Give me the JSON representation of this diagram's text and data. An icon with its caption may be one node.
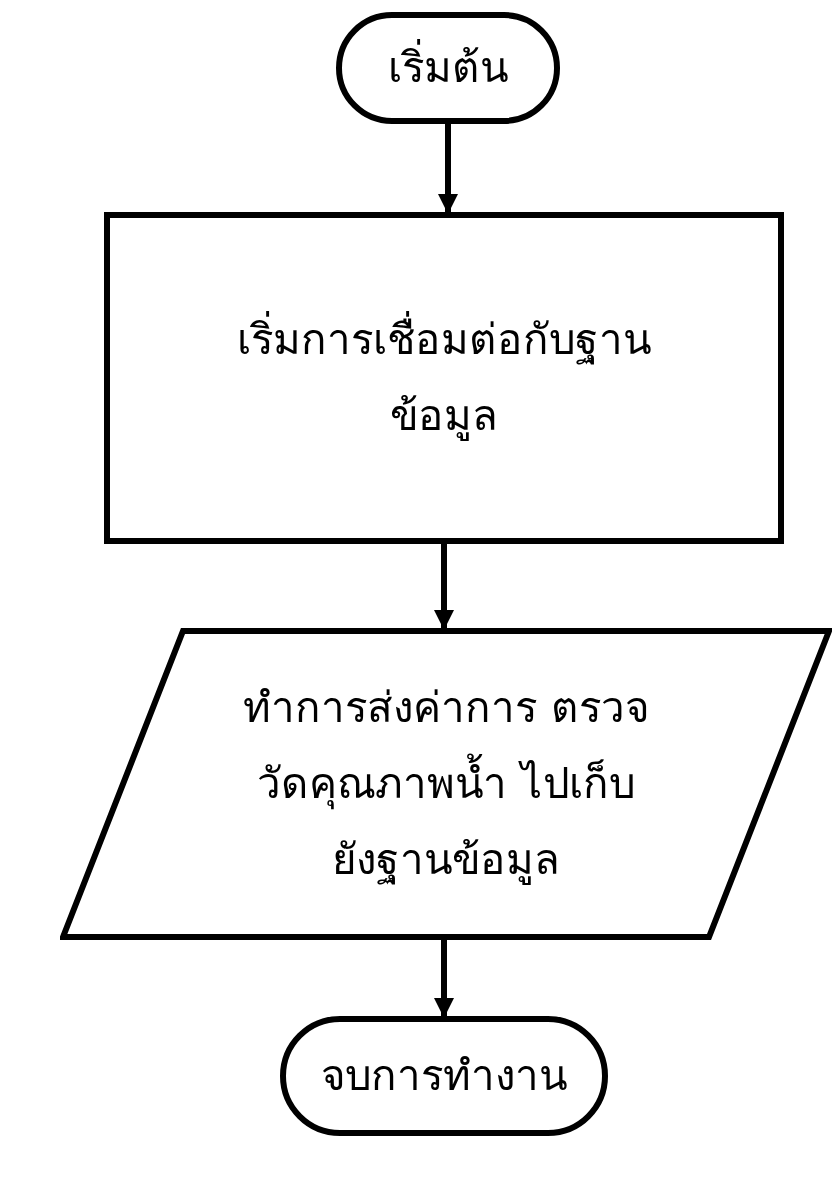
{
  "diagram": {
    "nodes": [
      {
        "text": [
          "เริ่มต้น"
        ]
      },
      {
        "text": [
          "เริ่มการเชื่อมต่อกับฐานข้อมูล"
        ]
      },
      {
        "text": [
          "ทำการส่งค่าการ ตรวจวัดคุณภาพน้ำ ไปเก็บยังฐานข้อมูล"
        ]
      },
      {
        "text": [
          "จบการทำงาน"
        ]
      }
    ],
    "edges": [
      {
        "from": 0,
        "to": 1,
        "arrow": "to"
      },
      {
        "from": 1,
        "to": 2,
        "arrow": "to"
      },
      {
        "from": 2,
        "to": 3,
        "arrow": "to"
      }
    ]
  }
}
